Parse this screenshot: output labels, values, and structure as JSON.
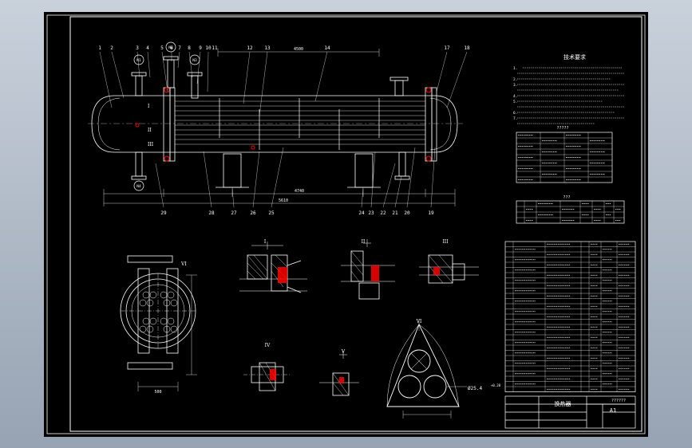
{
  "colors": {
    "background_top": "#c9d1db",
    "background_bottom": "#97a3b3",
    "sheet": "#000000",
    "line": "#ffffff",
    "accent": "#ff0000"
  },
  "drawing": {
    "part_numbers_top": [
      "1",
      "2",
      "3",
      "4",
      "5",
      "6",
      "7",
      "8",
      "9",
      "10",
      "11",
      "12",
      "13",
      "14",
      "17",
      "18"
    ],
    "part_numbers_bottom": [
      "29",
      "28",
      "27",
      "26",
      "25",
      "24",
      "23",
      "22",
      "21",
      "20",
      "19"
    ],
    "nozzle_markers": [
      "N1",
      "N2",
      "N3",
      "N4"
    ],
    "view_labels": [
      "I",
      "II",
      "III",
      "IV",
      "V",
      "VI"
    ],
    "dimension_top": "4500",
    "dimension_mid": "4740",
    "dimension_total": "5610",
    "section_dim": "Ø25.4",
    "section_dim_tolerance": "+0.20",
    "end_view_dim": "500"
  },
  "notes": {
    "title": "技术要求",
    "bullets": [
      "1.",
      "2.",
      "3.",
      "4.",
      "5.",
      "6.",
      "7."
    ]
  },
  "tables": {
    "nozzle_table_caption": "?????",
    "nozzle_table_rows": 9,
    "spec_table_caption": "???",
    "spec_table_rows": 4,
    "parts_list_rows": 29
  },
  "title_block": {
    "drawing_name": "换热器",
    "drawing_number": "??????",
    "sheet_size": "A1"
  }
}
